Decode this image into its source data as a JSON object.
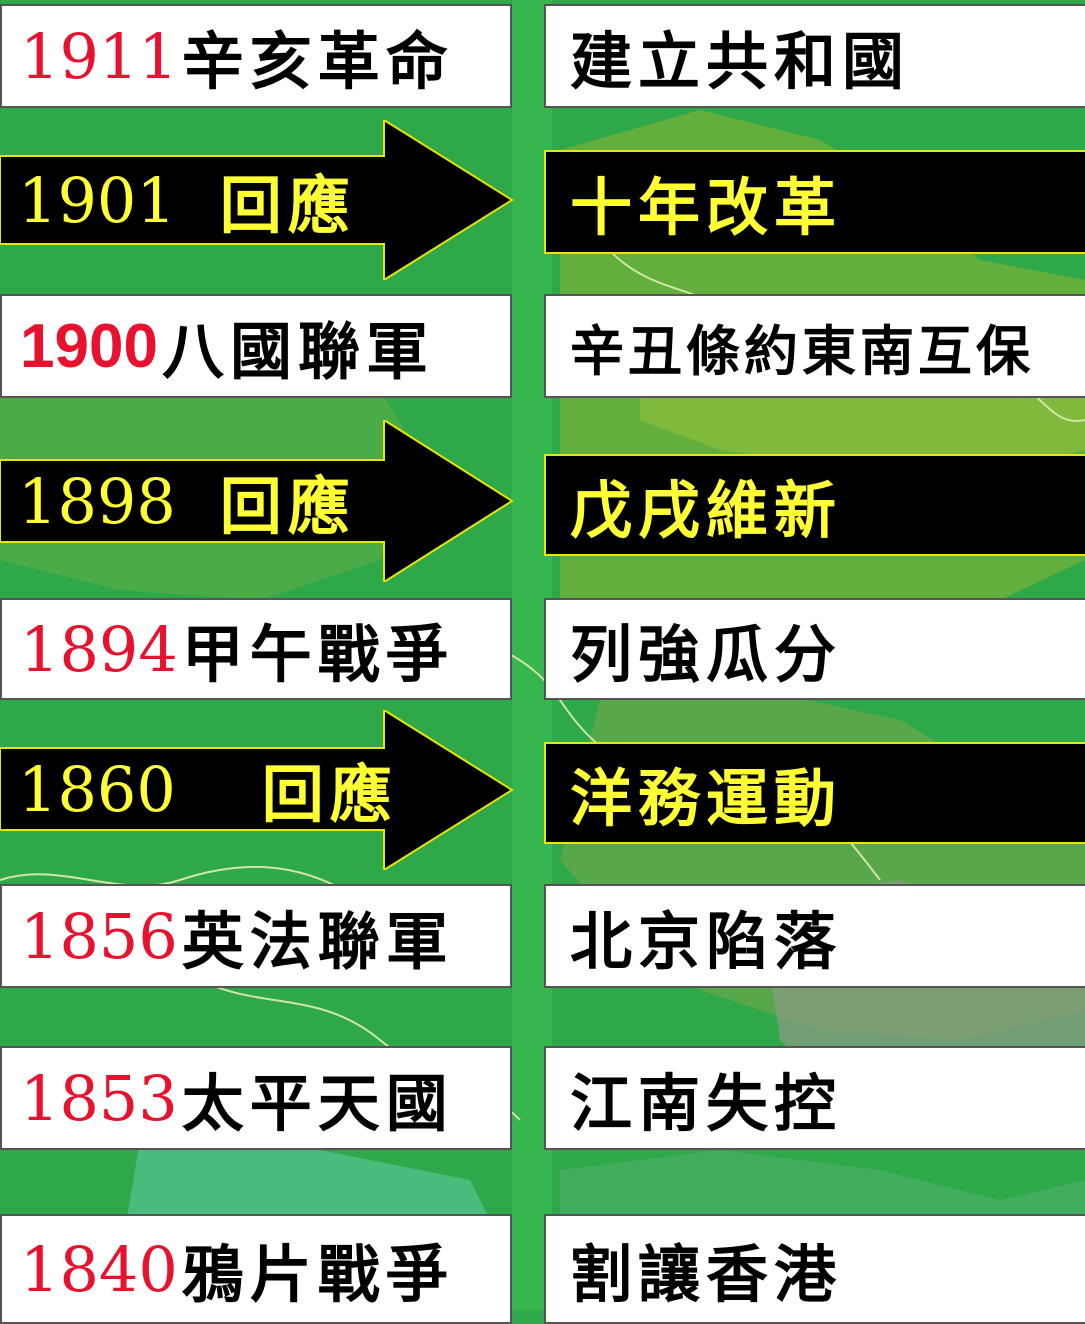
{
  "colors": {
    "background": "#2fa84a",
    "year_red": "#e8122f",
    "highlight_yellow": "#ffff33",
    "box_white": "#ffffff",
    "box_black": "#000000"
  },
  "rows": [
    {
      "year": "1911",
      "event": "辛亥革命",
      "result": "建立共和國"
    },
    {
      "year": "1900",
      "event": "八國聯軍",
      "result": "辛丑條約東南互保"
    },
    {
      "year": "1894",
      "event": "甲午戰爭",
      "result": "列強瓜分"
    },
    {
      "year": "1856",
      "event": "英法聯軍",
      "result": "北京陷落"
    },
    {
      "year": "1853",
      "event": "太平天國",
      "result": "江南失控"
    },
    {
      "year": "1840",
      "event": "鴉片戰爭",
      "result": "割讓香港"
    }
  ],
  "responses": [
    {
      "year": "1901",
      "label": "回應",
      "result": "十年改革"
    },
    {
      "year": "1898",
      "label": "回應",
      "result": "戊戌維新"
    },
    {
      "year": "1860",
      "label": "回應",
      "result": "洋務運動"
    }
  ]
}
